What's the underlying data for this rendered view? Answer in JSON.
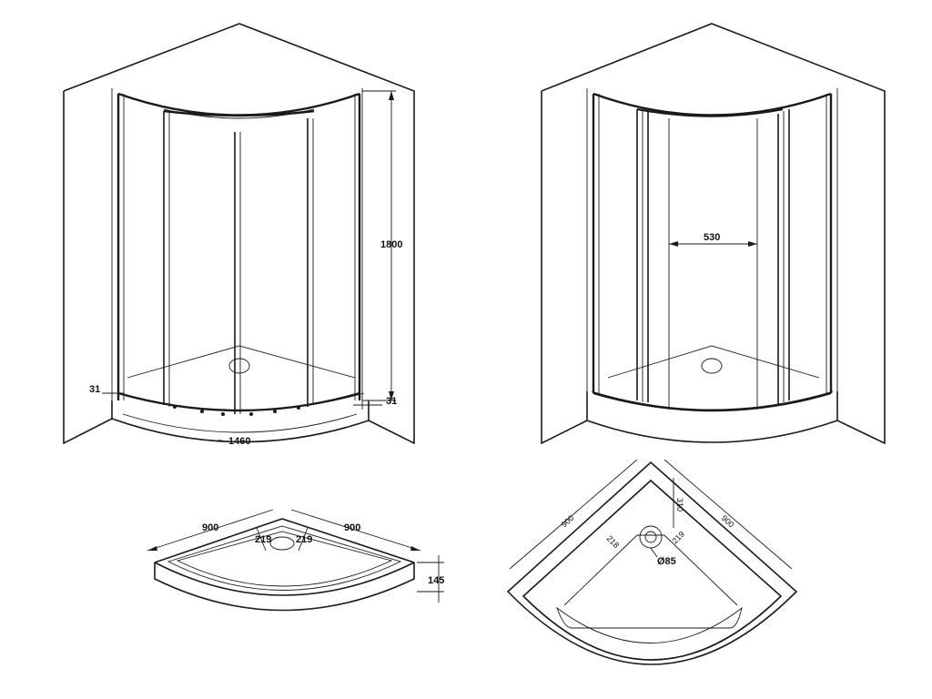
{
  "dimensions": {
    "height": "1800",
    "frame_left": "31",
    "frame_right": "31",
    "arc_length": "1460",
    "door_opening": "530",
    "tray_side_left": "900",
    "tray_side_right": "900",
    "waste_offset_left": "219",
    "waste_offset_right": "219",
    "tray_height": "145",
    "plan_side_left": "900",
    "plan_side_right": "900",
    "plan_offset_top": "310",
    "plan_offset_left": "218",
    "plan_offset_right": "219",
    "waste_diameter": "Ø85"
  },
  "arc_symbol": "⌢"
}
